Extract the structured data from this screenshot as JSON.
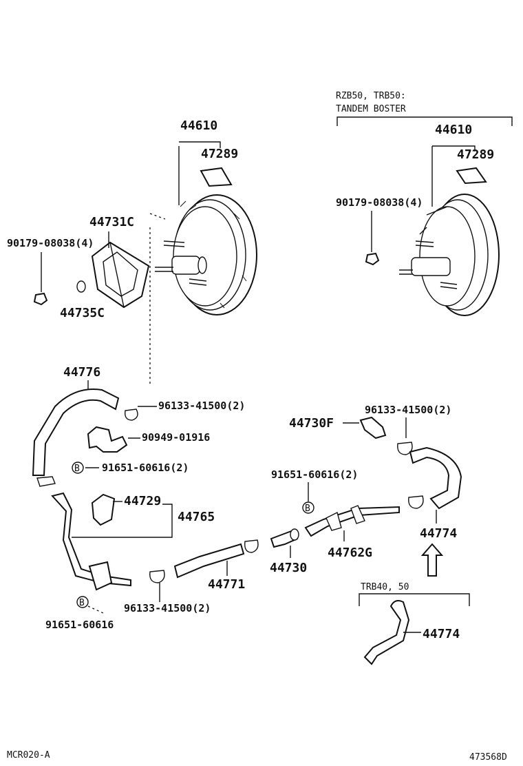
{
  "note": {
    "variant_line1": "RZB50, TRB50:",
    "variant_line2": "TANDEM BOSTER",
    "lower_variant": "TRB40, 50"
  },
  "labels": {
    "booster_left": "44610",
    "plate_left": "47289",
    "gasket": "44731C",
    "nut_left": "90179-08038(4)",
    "washer": "44735C",
    "booster_right": "44610",
    "plate_right": "47289",
    "nut_right": "90179-08038(4)",
    "hose_upper": "44776",
    "clip_upper_left": "96133-41500(2)",
    "bracket_clip": "90949-01916",
    "bolt_b_upper": "91651-60616(2)",
    "bracket_small": "44729",
    "pipe_assy": "44765",
    "clip_lower_left": "96133-41500(2)",
    "bolt_b_lower": "91651-60616",
    "hose_middle": "44771",
    "check_valve": "44730",
    "union_f": "44730F",
    "clip_right": "96133-41500(2)",
    "bolt_b_right": "91651-60616(2)",
    "valve_bracket": "44762G",
    "hose_right": "44774",
    "hose_variant": "44774"
  },
  "bolt_marker": "B",
  "footer": {
    "left_code": "MCR020-A",
    "right_code": "473568D"
  }
}
